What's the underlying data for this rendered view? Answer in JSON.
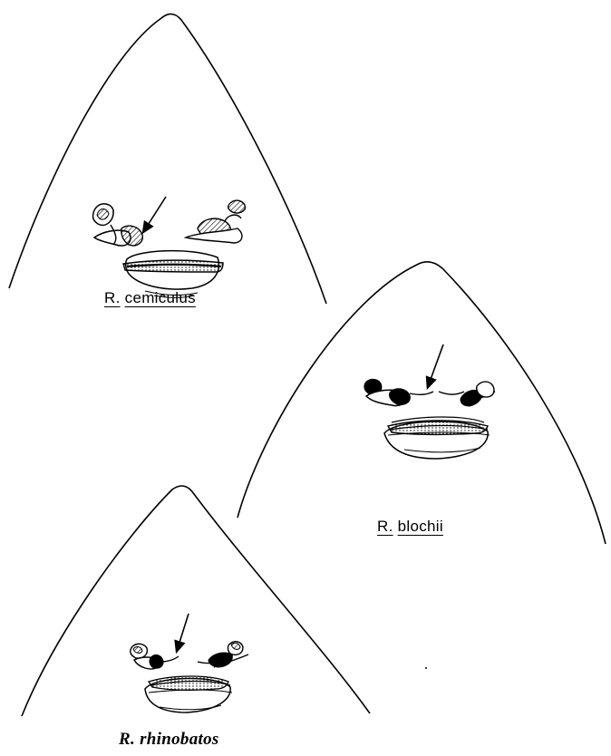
{
  "species": [
    {
      "id": "cemiculus",
      "genus_abbr": "R.",
      "name": "cemiculus"
    },
    {
      "id": "blochii",
      "genus_abbr": "R.",
      "name": "blochii"
    },
    {
      "id": "rhinobatos",
      "genus_abbr": "R.",
      "name": "rhinobatos"
    }
  ],
  "colors": {
    "ink": "#000000",
    "paper": "#ffffff"
  }
}
